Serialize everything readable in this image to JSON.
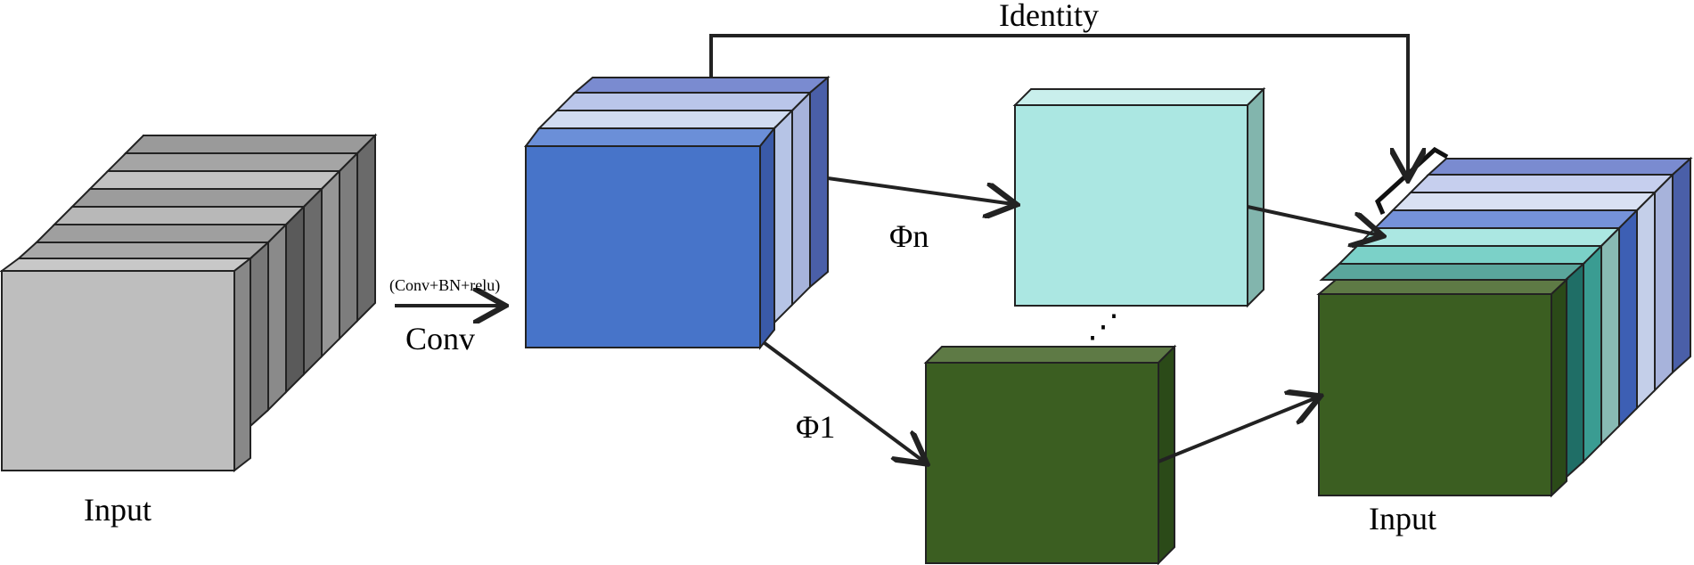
{
  "labels": {
    "input_left": "Input",
    "input_right": "Input",
    "conv_small": "(Conv+BN+relu)",
    "conv": "Conv",
    "identity": "Identity",
    "phi_n": "Φn",
    "phi_1": "Φ1",
    "dots": "⋰"
  },
  "colors": {
    "gray_front": "#bebebe",
    "blue_front": "#4774c9",
    "cyan_front": "#abe7e2",
    "green_front": "#3b5e21",
    "stroke": "#222222"
  }
}
